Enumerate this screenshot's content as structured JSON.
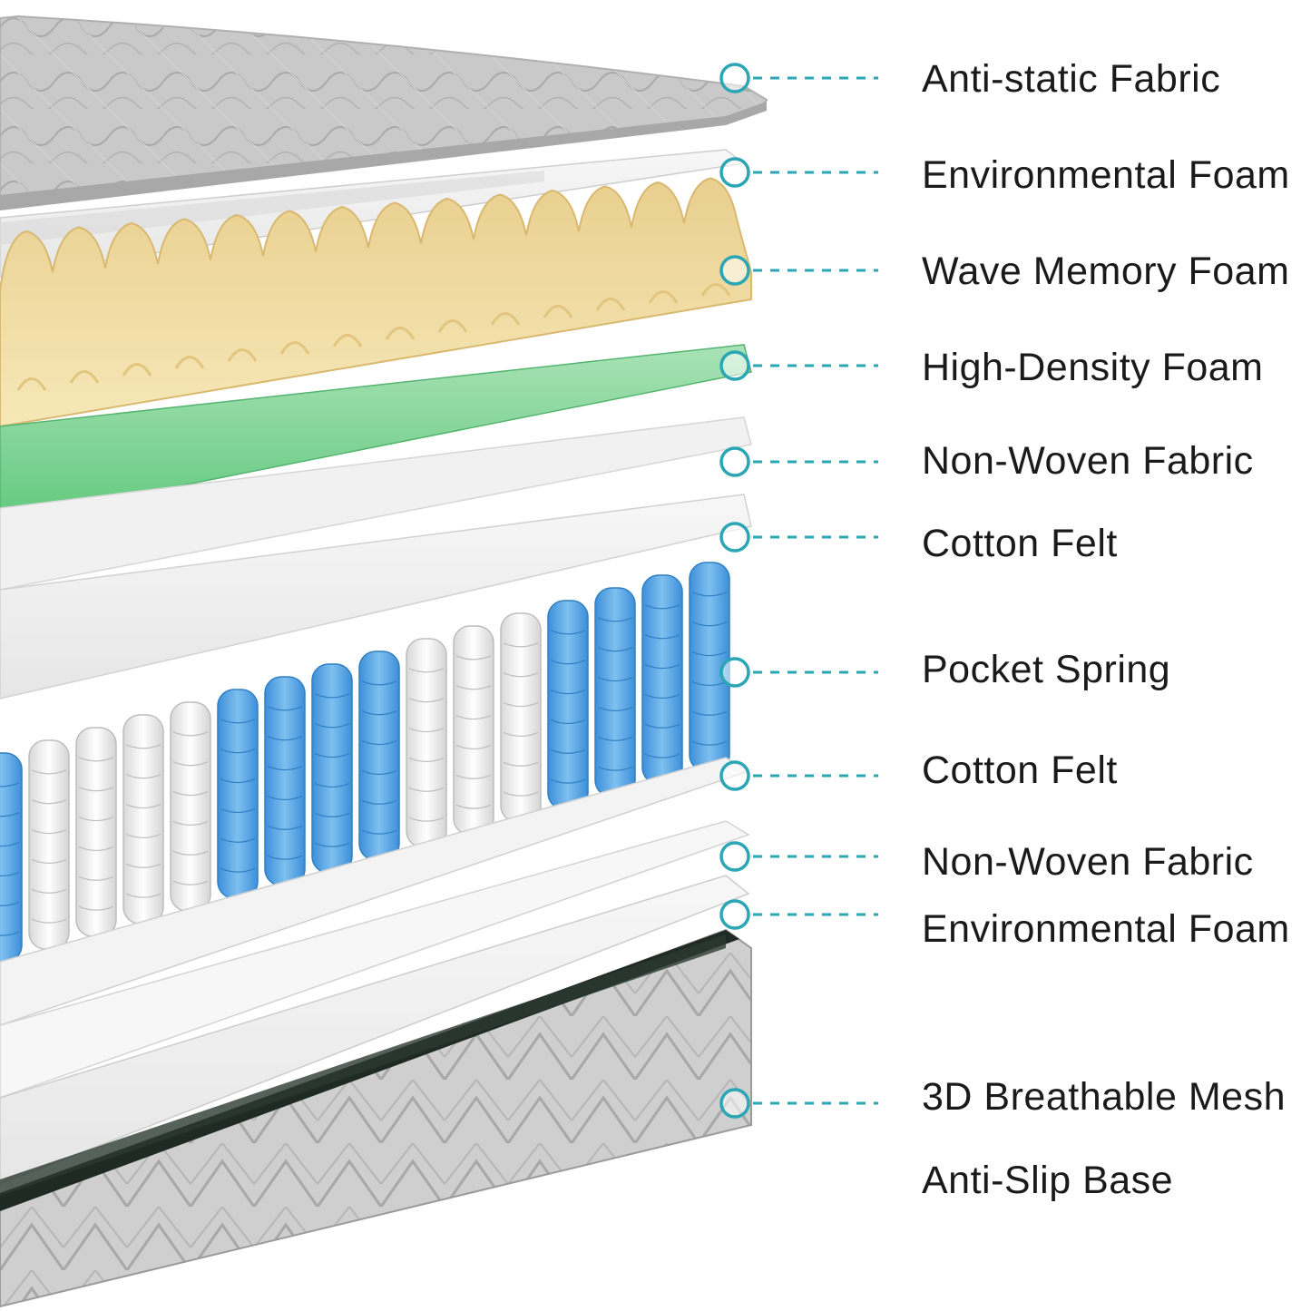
{
  "accent_color": "#2aa6b4",
  "layers": [
    {
      "label": "Anti-static Fabric"
    },
    {
      "label": "Environmental Foam"
    },
    {
      "label": "Wave Memory Foam"
    },
    {
      "label": "High-Density Foam"
    },
    {
      "label": "Non-Woven Fabric"
    },
    {
      "label": "Cotton Felt"
    },
    {
      "label": "Pocket Spring"
    },
    {
      "label": "Cotton Felt"
    },
    {
      "label": "Non-Woven Fabric"
    },
    {
      "label": "Environmental Foam"
    },
    {
      "label": "3D Breathable Mesh"
    },
    {
      "label": "Anti-Slip Base"
    }
  ]
}
